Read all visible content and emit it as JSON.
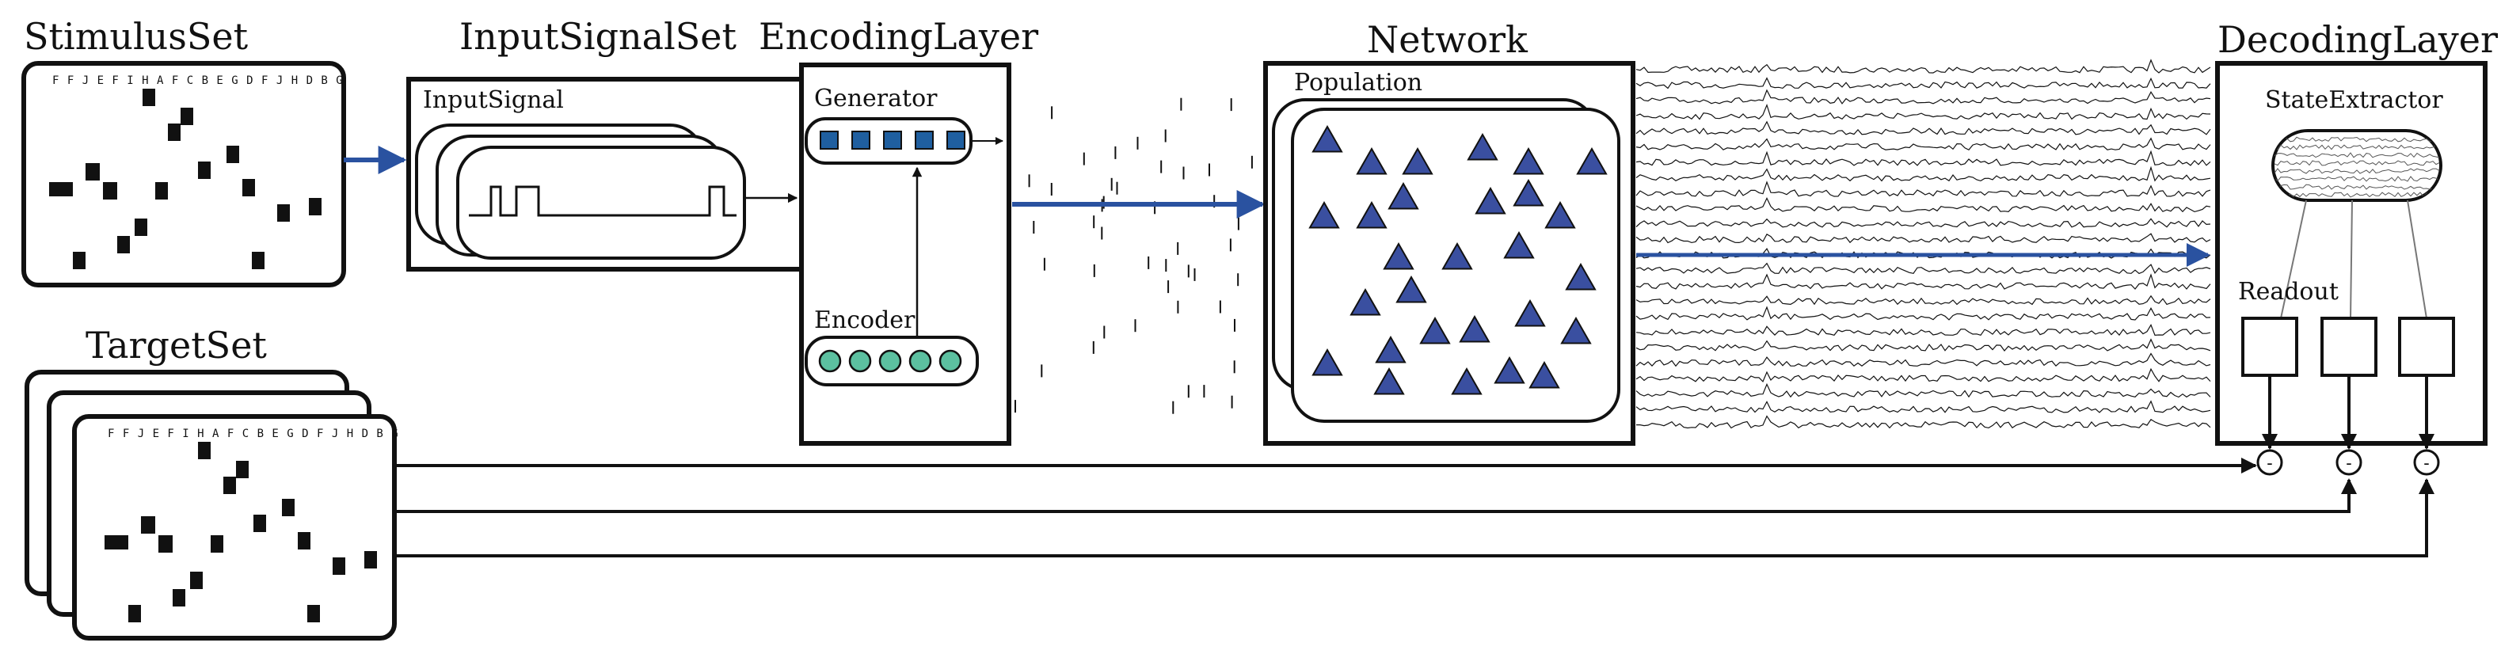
{
  "titles": {
    "stimulus_set": "StimulusSet",
    "input_signal_set": "InputSignalSet",
    "encoding_layer": "EncodingLayer",
    "network": "Network",
    "decoding_layer": "DecodingLayer",
    "target_set": "TargetSet"
  },
  "labels": {
    "input_signal": "InputSignal",
    "generator": "Generator",
    "encoder": "Encoder",
    "population": "Population",
    "state_extractor": "StateExtractor",
    "readout": "Readout"
  },
  "symbol_sequence": "F F J E F I H A F C B E G D F J H D B G",
  "comparator_symbol": "-",
  "colors": {
    "flow_arrow": "#2a52a0",
    "generator_node": "#1f5fa0",
    "encoder_node": "#5cc0a0",
    "neuron": "#3a4fa0",
    "stroke": "#111111"
  },
  "icons": {
    "neuron": "triangle",
    "generator_unit": "square",
    "encoder_unit": "circle",
    "readout_unit": "square"
  }
}
